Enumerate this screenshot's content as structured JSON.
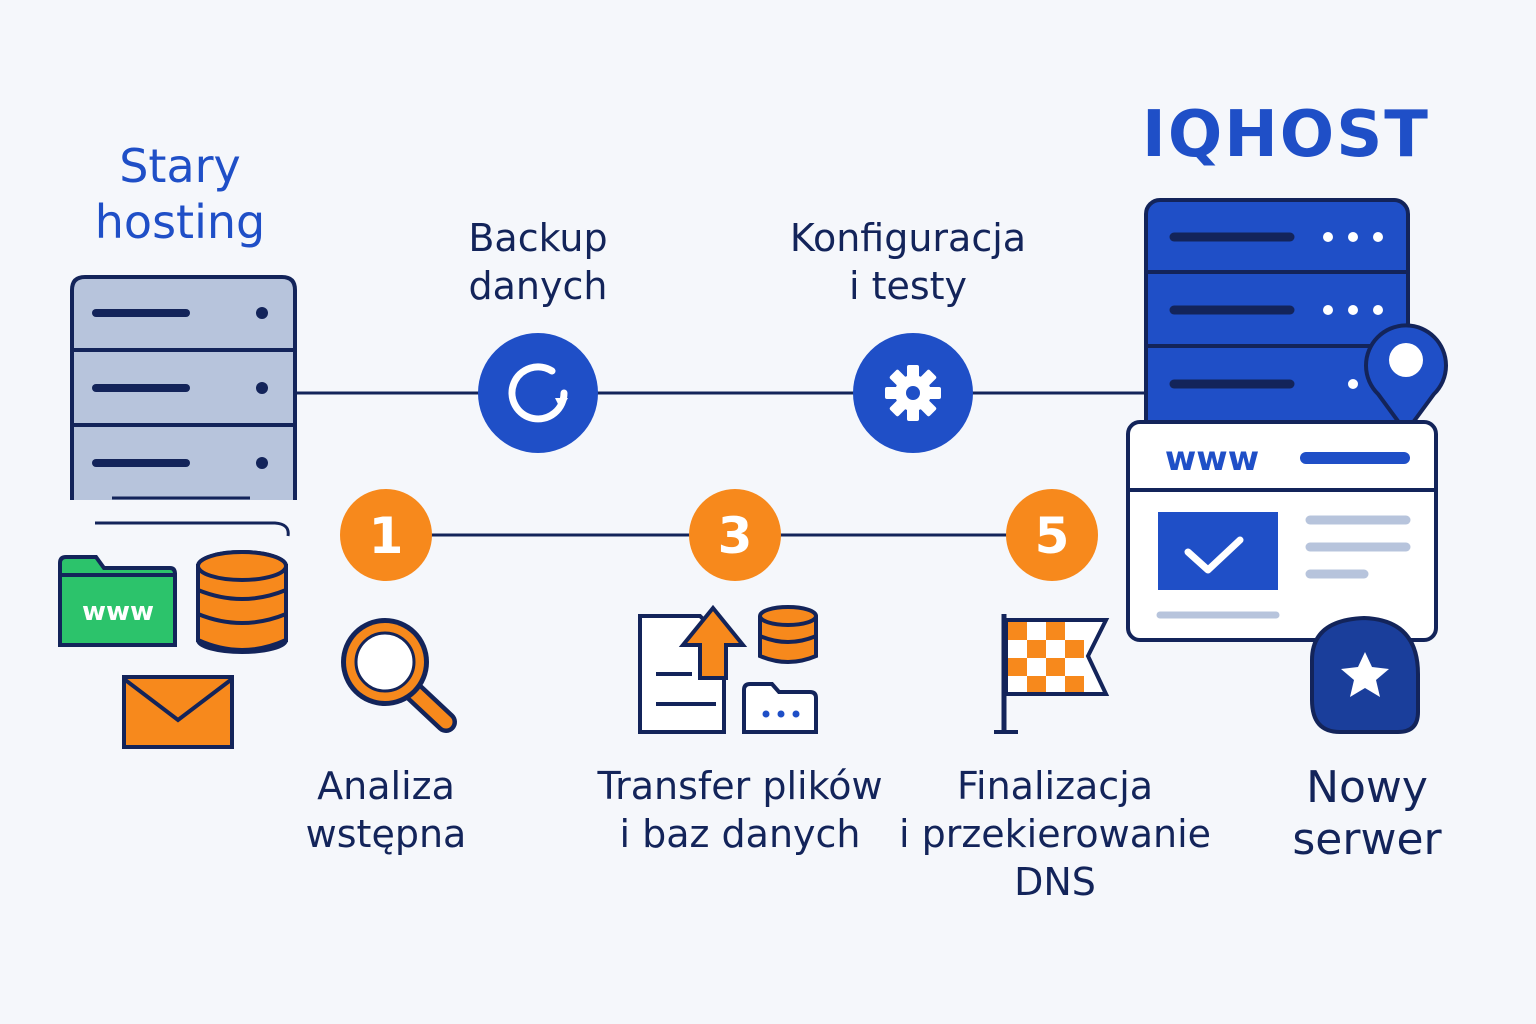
{
  "colors": {
    "blue": "#1f4fc7",
    "dark_navy": "#13245a",
    "orange": "#f7891c",
    "green": "#2cc36b",
    "server_gray": "#b7c4dc",
    "background": "#f5f7fb"
  },
  "old_server": {
    "title": "Stary\nhosting",
    "www_label": "www"
  },
  "new_server": {
    "brand": "IQHOST",
    "title": "Nowy\nserwer",
    "browser_label": "www"
  },
  "steps_top": [
    {
      "label": "Backup\ndanych",
      "icon": "refresh-icon"
    },
    {
      "label": "Konfiguracja\ni testy",
      "icon": "gear-icon"
    }
  ],
  "steps_bottom": [
    {
      "number": "1",
      "label": "Analiza\nwstępna",
      "icon": "magnifier-icon"
    },
    {
      "number": "3",
      "label": "Transfer plików\ni baz danych",
      "icon": "upload-files-icon"
    },
    {
      "number": "5",
      "label": "Finalizacja\ni przekierowanie\nDNS",
      "icon": "checkered-flag-icon"
    }
  ]
}
